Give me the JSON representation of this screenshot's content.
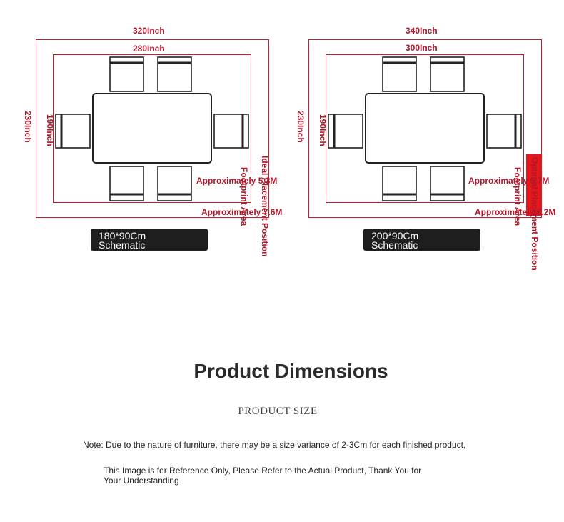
{
  "diagrams": [
    {
      "outer_width": "320Inch",
      "inner_width": "280Inch",
      "outer_height": "230Inch",
      "inner_height": "190Inch",
      "footprint_area": "Approximately 5.3M",
      "footprint_label": "Footprint Area",
      "placement_area": "Approximately 7.6M",
      "placement_label": "Ideal Placement Position",
      "caption_line1": "180*90Cm",
      "caption_line2": "Schematic"
    },
    {
      "outer_width": "340Inch",
      "inner_width": "300Inch",
      "outer_height": "230Inch",
      "inner_height": "190Inch",
      "footprint_area": "Approximately 5.7M",
      "footprint_label": "Footprint Area",
      "placement_area": "Approximately 8.2M",
      "placement_label": "Optimal Placement Position",
      "caption_line1": "200*90Cm",
      "caption_line2": "Schematic"
    }
  ],
  "heading": "Product Dimensions",
  "subheading": "PRODUCT SIZE",
  "note": "Note: Due to the nature of furniture, there may be a size variance of 2-3Cm for each finished product,",
  "note2": "This Image is for Reference Only, Please Refer to the Actual Product, Thank You for Your Understanding",
  "colors": {
    "dimension_red": "#b0182a",
    "accent_red": "#e3161c",
    "caption_bg": "#1e1e1e"
  }
}
